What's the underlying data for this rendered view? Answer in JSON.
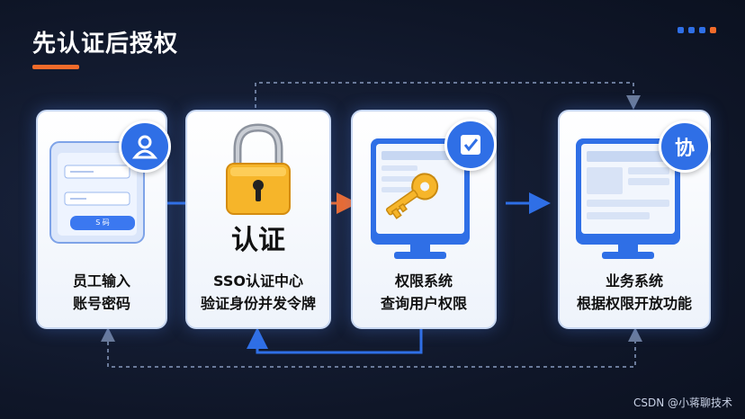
{
  "title": "先认证后授权",
  "accent_colors": {
    "title_underline": "#f26b2a",
    "flow_blue": "#2f6fe6",
    "flow_orange": "#f26b2a",
    "dashed": "#6a7a9a"
  },
  "cards": [
    {
      "label_line1": "员工输入",
      "label_line2": "账号密码",
      "illustration": "login-form-tablet",
      "badge_icon": "user-icon",
      "login_button_text": "S 码"
    },
    {
      "label_line1": "SSO认证中心",
      "label_line2": "验证身份并发令牌",
      "illustration": "padlock",
      "center_text": "认证"
    },
    {
      "label_line1": "权限系统",
      "label_line2": "查询用户权限",
      "illustration": "monitor-with-key",
      "badge_icon": "checkbox-icon"
    },
    {
      "label_line1": "业务系统",
      "label_line2": "根据权限开放功能",
      "illustration": "monitor",
      "badge_text": "协"
    }
  ],
  "watermark": "CSDN @小蒋聊技术"
}
